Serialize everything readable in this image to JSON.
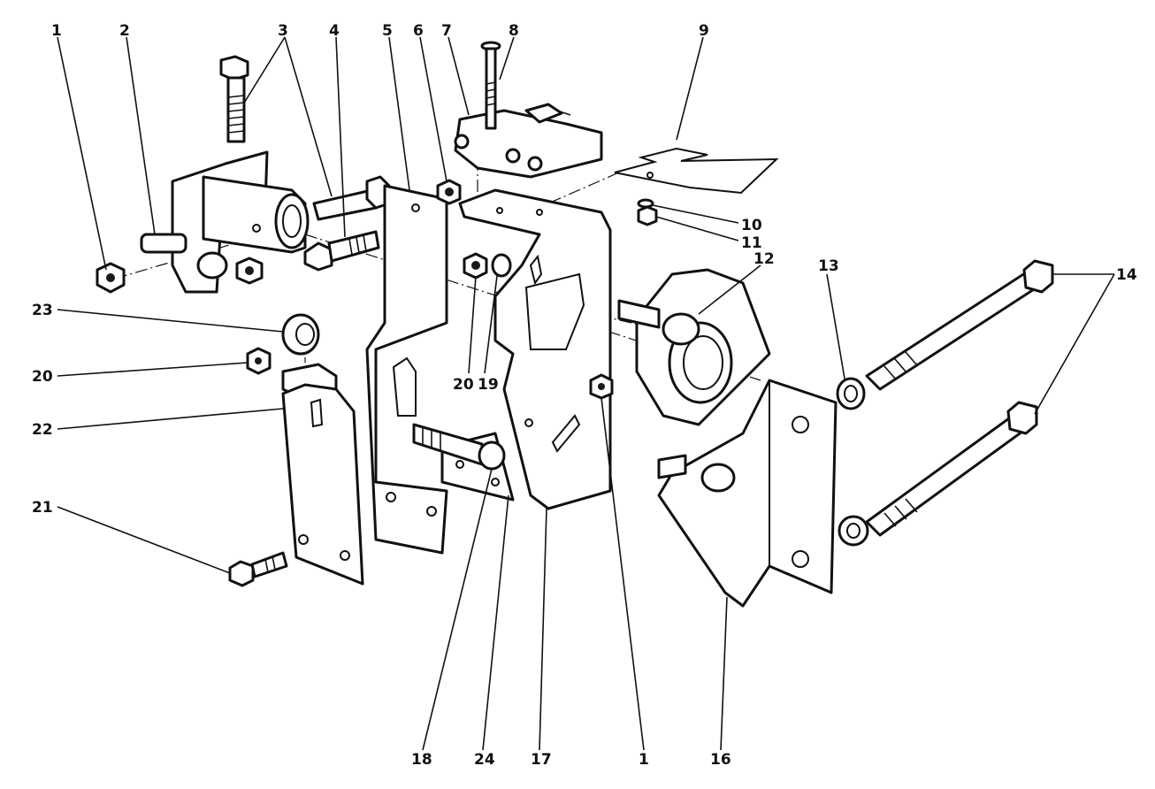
{
  "diagram": {
    "callouts": [
      {
        "id": "c1a",
        "text": "1"
      },
      {
        "id": "c2",
        "text": "2"
      },
      {
        "id": "c3",
        "text": "3"
      },
      {
        "id": "c4",
        "text": "4"
      },
      {
        "id": "c5",
        "text": "5"
      },
      {
        "id": "c6",
        "text": "6"
      },
      {
        "id": "c7",
        "text": "7"
      },
      {
        "id": "c8",
        "text": "8"
      },
      {
        "id": "c9",
        "text": "9"
      },
      {
        "id": "c10",
        "text": "10"
      },
      {
        "id": "c11",
        "text": "11"
      },
      {
        "id": "c12",
        "text": "12"
      },
      {
        "id": "c13",
        "text": "13"
      },
      {
        "id": "c14",
        "text": "14"
      },
      {
        "id": "c23",
        "text": "23"
      },
      {
        "id": "c20a",
        "text": "20"
      },
      {
        "id": "c20b",
        "text": "20"
      },
      {
        "id": "c19",
        "text": "19"
      },
      {
        "id": "c22",
        "text": "22"
      },
      {
        "id": "c21",
        "text": "21"
      },
      {
        "id": "c18",
        "text": "18"
      },
      {
        "id": "c24",
        "text": "24"
      },
      {
        "id": "c17",
        "text": "17"
      },
      {
        "id": "c1b",
        "text": "1"
      },
      {
        "id": "c16",
        "text": "16"
      }
    ]
  }
}
